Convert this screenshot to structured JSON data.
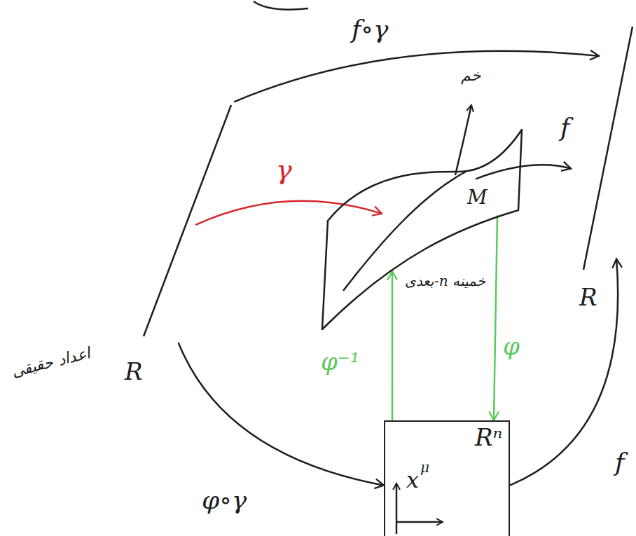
{
  "diagram": {
    "nodes": [
      {
        "text": [
          "R"
        ]
      },
      {
        "text": [
          "M"
        ]
      },
      {
        "text": [
          "Rⁿ",
          "x",
          "μ"
        ]
      },
      {
        "text": [
          "R"
        ]
      }
    ],
    "edges": [
      {
        "from": 0,
        "to": 1,
        "label": "γ",
        "arrow": "to"
      },
      {
        "from": 1,
        "to": 3,
        "label": "f",
        "arrow": "to"
      },
      {
        "from": 0,
        "to": 3,
        "label": "f∘γ",
        "arrow": "to"
      },
      {
        "from": 0,
        "to": 2,
        "label": "φ∘γ",
        "arrow": "to"
      },
      {
        "from": 1,
        "to": 2,
        "label": "φ",
        "arrow": "to"
      },
      {
        "from": 2,
        "to": 1,
        "label": "φ⁻¹",
        "arrow": "to"
      },
      {
        "from": 2,
        "to": 3,
        "label": "f",
        "arrow": "to"
      }
    ],
    "labels": [
      "اعداد حقیقی",
      "خم",
      "خمینه n-بعدی"
    ]
  }
}
